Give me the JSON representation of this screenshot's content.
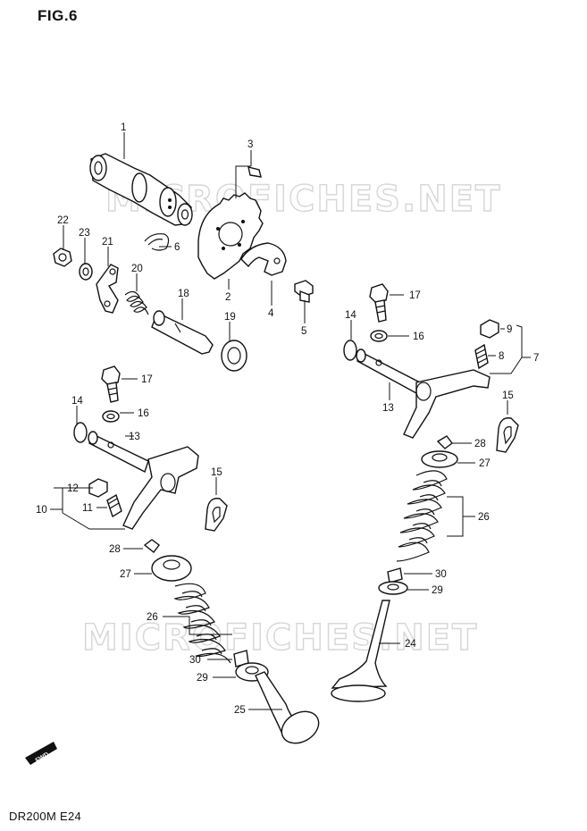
{
  "figure": {
    "title": "FIG.6",
    "model_code": "DR200M E24"
  },
  "watermark": {
    "text": "MICROFICHES.NET"
  },
  "direction_marker": {
    "label": "FWD"
  },
  "callouts": [
    {
      "id": "c1",
      "label": "1"
    },
    {
      "id": "c2",
      "label": "2"
    },
    {
      "id": "c3",
      "label": "3"
    },
    {
      "id": "c4",
      "label": "4"
    },
    {
      "id": "c5",
      "label": "5"
    },
    {
      "id": "c6",
      "label": "6"
    },
    {
      "id": "c7",
      "label": "7"
    },
    {
      "id": "c8",
      "label": "8"
    },
    {
      "id": "c9",
      "label": "9"
    },
    {
      "id": "c10",
      "label": "10"
    },
    {
      "id": "c11",
      "label": "11"
    },
    {
      "id": "c12",
      "label": "12"
    },
    {
      "id": "c13a",
      "label": "13"
    },
    {
      "id": "c13b",
      "label": "13"
    },
    {
      "id": "c14a",
      "label": "14"
    },
    {
      "id": "c14b",
      "label": "14"
    },
    {
      "id": "c15a",
      "label": "15"
    },
    {
      "id": "c15b",
      "label": "15"
    },
    {
      "id": "c16a",
      "label": "16"
    },
    {
      "id": "c16b",
      "label": "16"
    },
    {
      "id": "c17a",
      "label": "17"
    },
    {
      "id": "c17b",
      "label": "17"
    },
    {
      "id": "c18",
      "label": "18"
    },
    {
      "id": "c19",
      "label": "19"
    },
    {
      "id": "c20",
      "label": "20"
    },
    {
      "id": "c21",
      "label": "21"
    },
    {
      "id": "c22",
      "label": "22"
    },
    {
      "id": "c23",
      "label": "23"
    },
    {
      "id": "c24",
      "label": "24"
    },
    {
      "id": "c25",
      "label": "25"
    },
    {
      "id": "c26a",
      "label": "26"
    },
    {
      "id": "c26b",
      "label": "26"
    },
    {
      "id": "c27a",
      "label": "27"
    },
    {
      "id": "c27b",
      "label": "27"
    },
    {
      "id": "c28a",
      "label": "28"
    },
    {
      "id": "c28b",
      "label": "28"
    },
    {
      "id": "c29a",
      "label": "29"
    },
    {
      "id": "c29b",
      "label": "29"
    },
    {
      "id": "c30a",
      "label": "30"
    },
    {
      "id": "c30b",
      "label": "30"
    }
  ]
}
